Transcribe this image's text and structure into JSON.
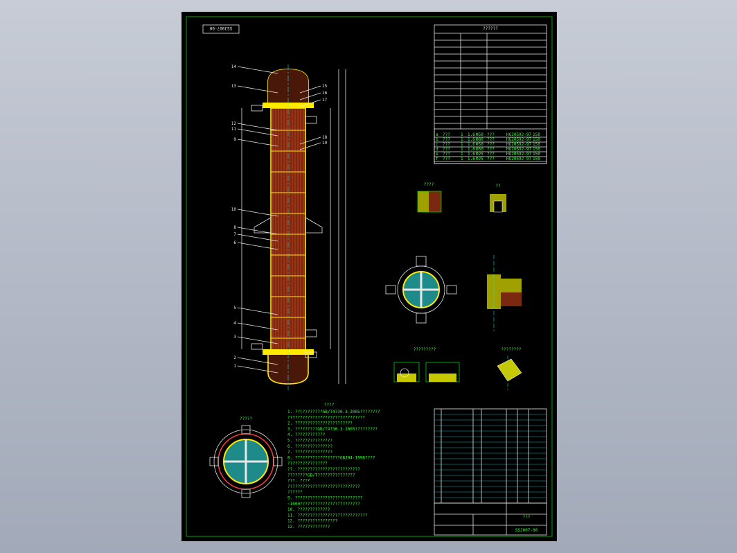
{
  "drawing_number": "SSJ007-00",
  "title_block": {
    "name": "???",
    "number": "SSJ007-00"
  },
  "notes": {
    "heading": "????",
    "lines": [
      "1. ??(?)??????GB/T4730.3-2005????????",
      "   ???????????????????????????????",
      "2. ???????????????????????",
      "3. ?????????GB/T4730.3-2005?????????",
      "4. ????????????",
      "5. ???????????????",
      "6. ???????????????",
      "7. ???????????????",
      "8. ??????????????????GBJ94-1998????",
      "   ????????????????",
      "   ??. ?????????????????????????",
      "   ????????GB/T???????????????",
      "   ???. ????",
      "   ?????????????????????????????",
      "   ??????",
      "9. ???????????????????????????",
      "   ~1000????????????????????????",
      "10. ?????????????",
      "11. ????????????????????????????",
      "12. ????????????????",
      "13. ?????????????"
    ]
  },
  "views": {
    "section_a_label": "????",
    "section_b_label": "??",
    "detail_1_label": "?????????",
    "detail_2_label": "????????",
    "bottom_view_label": "?????"
  },
  "part_labels": [
    "14",
    "13",
    "12",
    "11",
    "9",
    "10",
    "8",
    "7",
    "6",
    "5",
    "4",
    "3",
    "2",
    "1",
    "15",
    "16",
    "17",
    "18",
    "19"
  ],
  "design_table": {
    "title": "??????"
  },
  "nozzle_table": {
    "rows": [
      [
        "a",
        "???",
        "1",
        "1.6",
        "Ф50",
        "???",
        "HG20592-97",
        "150"
      ],
      [
        "b",
        "???",
        "1",
        "1.6",
        "Ф80",
        "???",
        "HG20592-97",
        "150"
      ],
      [
        "c",
        "???",
        "1",
        "1.6",
        "Ф50",
        "???",
        "HG20592-97",
        "150"
      ],
      [
        "d",
        "???",
        "1",
        "1.6",
        "Ф50",
        "???",
        "HG20592-97",
        "150"
      ],
      [
        "e",
        "???",
        "1",
        "1.6",
        "Ф25",
        "???",
        "HG20592-97",
        "150"
      ],
      [
        "f",
        "???",
        "1",
        "1.6",
        "Ф25",
        "???",
        "HG20592-97",
        "150"
      ]
    ]
  },
  "colors": {
    "background": "#000000",
    "primary_line": "#00d200",
    "vessel_outline": "#ffea00",
    "tube_bundle": "#c85a1e",
    "dimension": "#e8e8e8",
    "centerline": "#17e3e3"
  }
}
